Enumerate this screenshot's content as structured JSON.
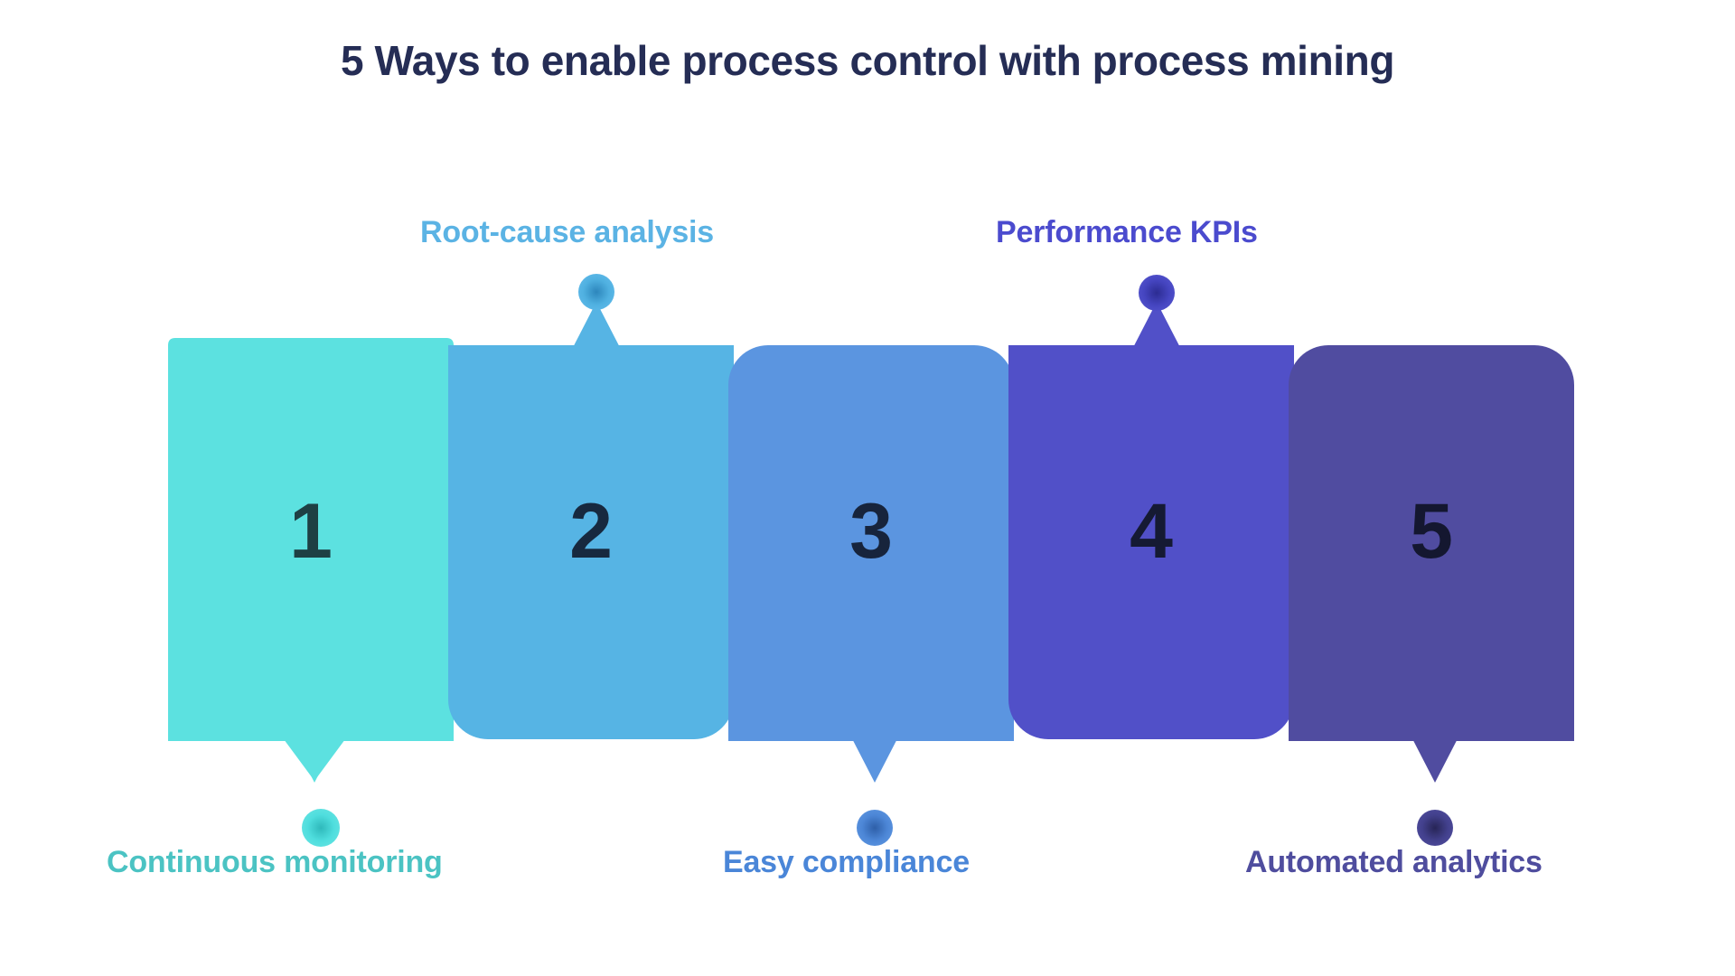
{
  "page": {
    "title": "5 Ways to enable process control with process mining",
    "title_color": "#252d55",
    "background": "#ffffff"
  },
  "infographic": {
    "type": "5-step-process-banner",
    "number_color": "#18253a",
    "steps": [
      {
        "number": "1",
        "label": "Continuous monitoring",
        "label_position": "bottom",
        "pointer_direction": "down",
        "card_color": "#5ce1e0",
        "label_color": "#4bc3c3",
        "dot_color": "#4fdede",
        "number_color": "#1e4044"
      },
      {
        "number": "2",
        "label": "Root-cause analysis",
        "label_position": "top",
        "pointer_direction": "up",
        "card_color": "#56b4e4",
        "label_color": "#5bb3e4",
        "dot_color": "#4fb0e0",
        "number_color": "#17293f"
      },
      {
        "number": "3",
        "label": "Easy compliance",
        "label_position": "bottom",
        "pointer_direction": "down",
        "card_color": "#5b95e0",
        "label_color": "#4a86d8",
        "dot_color": "#4c86d6",
        "number_color": "#17243c"
      },
      {
        "number": "4",
        "label": "Performance KPIs",
        "label_position": "top",
        "pointer_direction": "up",
        "card_color": "#5150c8",
        "label_color": "#4b4bce",
        "dot_color": "#4545c0",
        "number_color": "#151a33"
      },
      {
        "number": "5",
        "label": "Automated analytics",
        "label_position": "bottom",
        "pointer_direction": "down",
        "card_color": "#504ca0",
        "label_color": "#4f4d9e",
        "dot_color": "#42408c",
        "number_color": "#141730"
      }
    ]
  }
}
